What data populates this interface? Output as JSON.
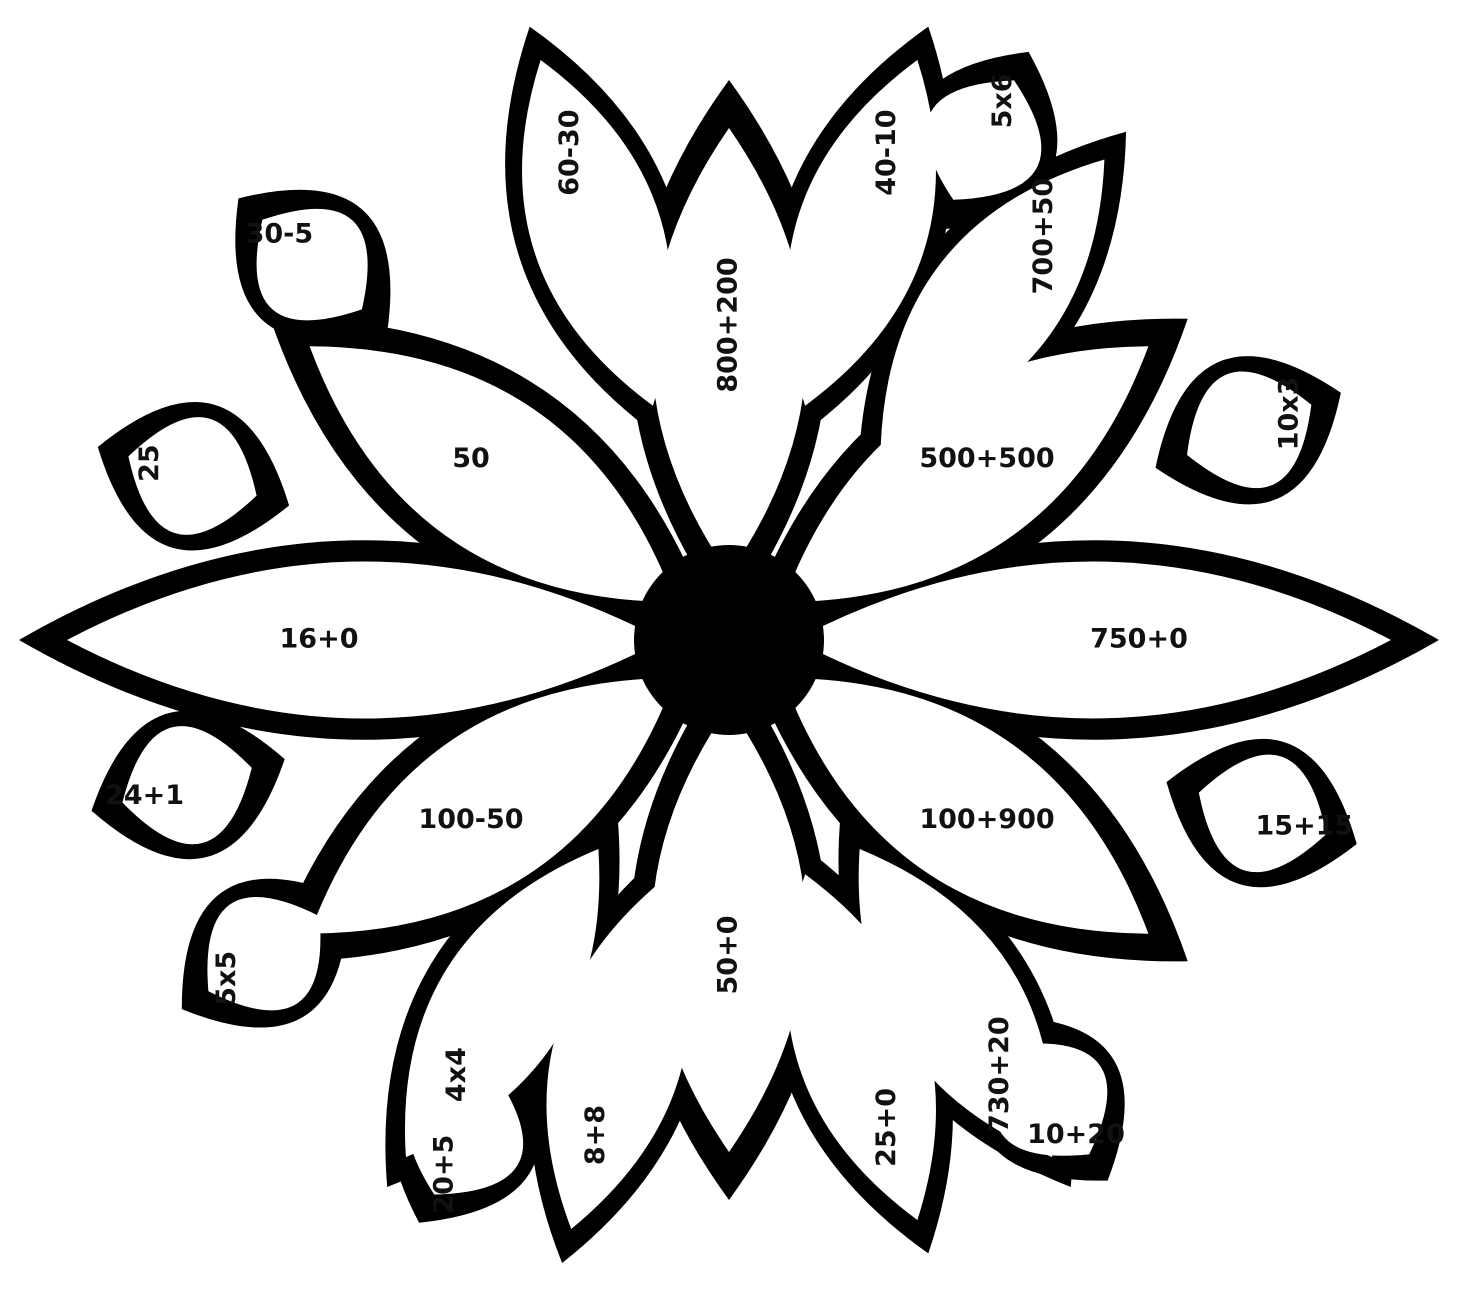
{
  "colors": {
    "ink": "#000000",
    "paper": "#ffffff",
    "label": "#111111"
  },
  "flower": {
    "inner_ring": [
      "800+200",
      "500+500",
      "750+0",
      "100+900",
      "50+0",
      "100-50",
      "16+0",
      "50"
    ],
    "middle_ring": [
      "40-10",
      "700+50",
      "730+20",
      "25+0",
      "8+8",
      "4x4",
      "60-30"
    ],
    "outer_ring": [
      "5x6",
      "10x3",
      "15+15",
      "10+20",
      "20+5",
      "5x5",
      "24+1",
      "25",
      "30-5"
    ]
  }
}
